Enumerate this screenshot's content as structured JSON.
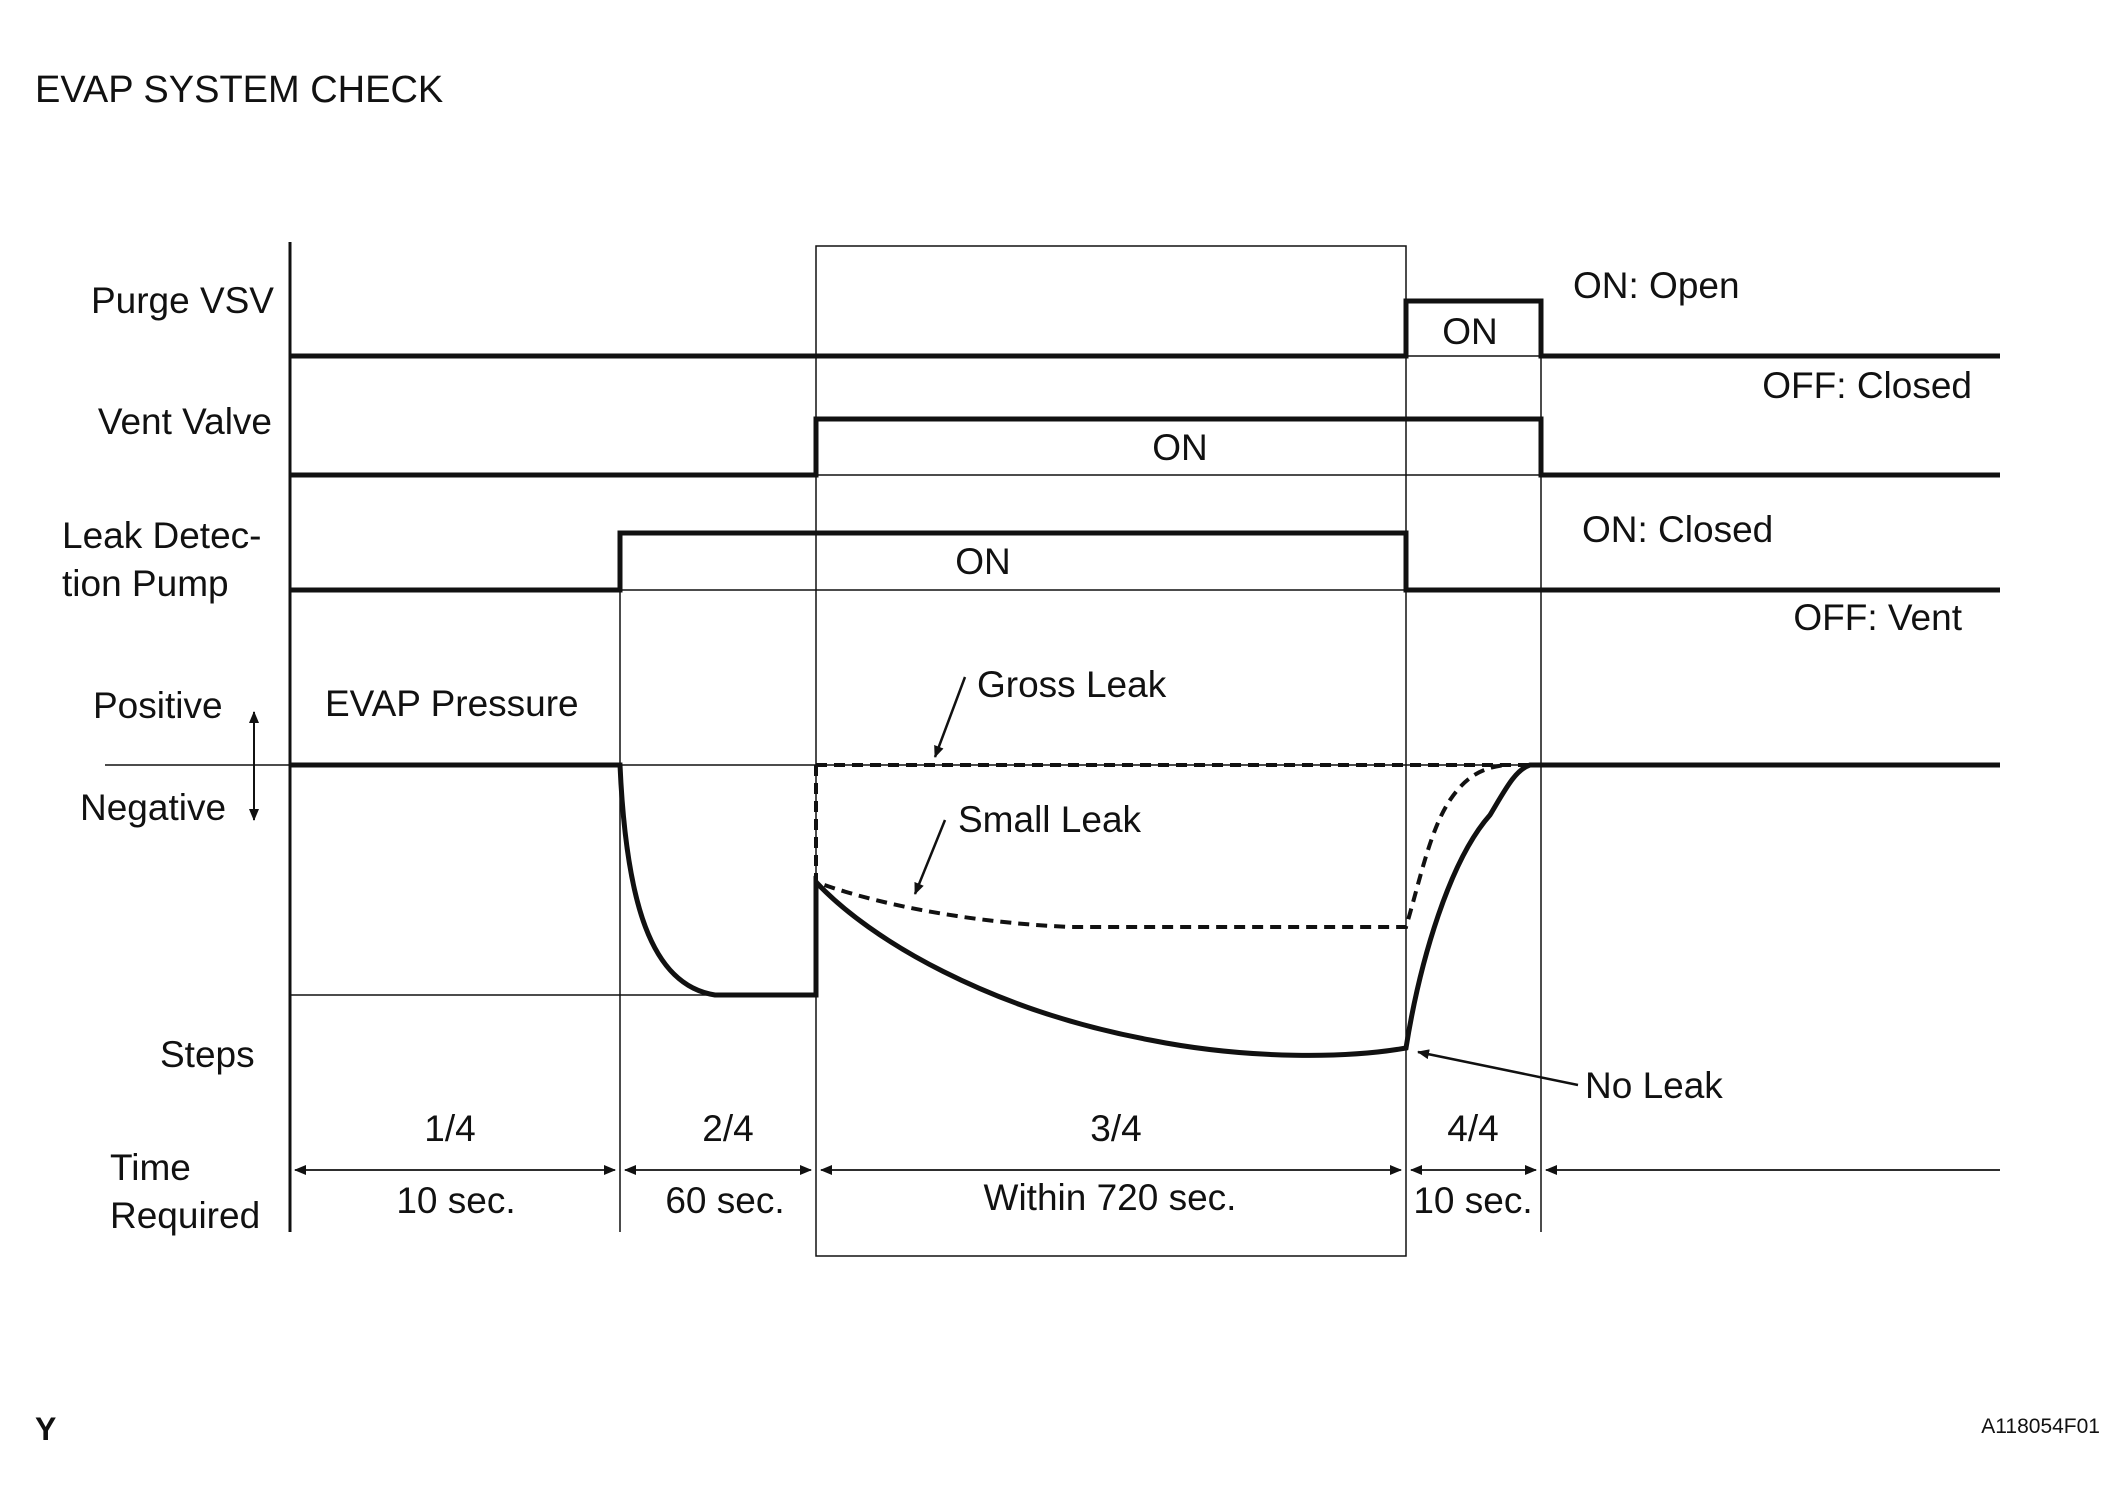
{
  "title": "EVAP SYSTEM CHECK",
  "footer": {
    "left_mark": "Y",
    "figure_id": "A118054F01"
  },
  "rows": {
    "purge_vsv": {
      "label": "Purge VSV",
      "on_text": "ON",
      "state_on": "ON: Open",
      "state_off": "OFF: Closed"
    },
    "vent_valve": {
      "label": "Vent Valve",
      "on_text": "ON"
    },
    "leak_pump": {
      "label_line1": "Leak Detec-",
      "label_line2": "tion Pump",
      "on_text": "ON",
      "state_on": "ON: Closed",
      "state_off": "OFF: Vent"
    },
    "evap": {
      "label": "EVAP Pressure",
      "positive": "Positive",
      "negative": "Negative",
      "gross_leak": "Gross Leak",
      "small_leak": "Small Leak",
      "no_leak": "No Leak"
    }
  },
  "steps": {
    "label": "Steps",
    "items": [
      {
        "step": "1/4",
        "time": "10 sec."
      },
      {
        "step": "2/4",
        "time": "60 sec."
      },
      {
        "step": "3/4",
        "time": "Within 720 sec."
      },
      {
        "step": "4/4",
        "time": "10 sec."
      }
    ]
  },
  "time_required": {
    "line1": "Time",
    "line2": "Required"
  }
}
